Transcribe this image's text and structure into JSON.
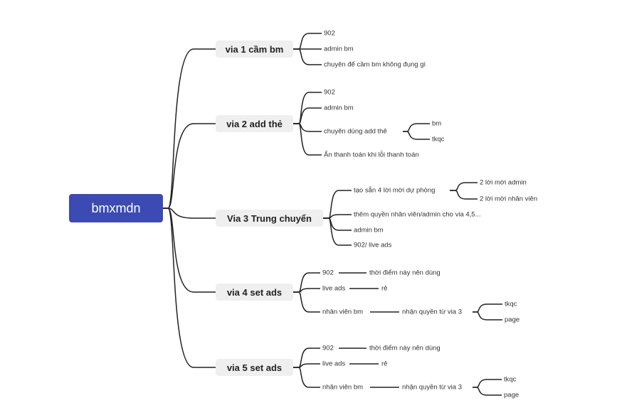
{
  "root": "bmxmdn",
  "branches": [
    {
      "label": "via 1 cầm bm",
      "items": [
        "902",
        "admin bm",
        "chuyên để cầm bm không đụng gì"
      ]
    },
    {
      "label": "via 2 add thẻ",
      "items": [
        "902",
        "admin bm",
        "chuyên dùng add thẻ",
        "Ẩn thanh toán khi lỗi thanh toán"
      ],
      "sub": [
        "bm",
        "tkqc"
      ]
    },
    {
      "label": "Via 3 Trung chuyển",
      "items": [
        "tạo sẵn 4 lời mời dự phòng",
        "thêm quyền nhân viên/admin cho via 4,5...",
        "admin bm",
        "902/ live ads"
      ],
      "sub": [
        "2 lời mời admin",
        "2 lời mời nhân viên"
      ]
    },
    {
      "label": "via 4 set ads",
      "items": [
        "902",
        "live ads",
        "nhân viên bm"
      ],
      "next": [
        "thời điểm này nên dùng",
        "rẻ",
        "nhận quyền từ via 3"
      ],
      "sub": [
        "tkqc",
        "page"
      ]
    },
    {
      "label": "via 5 set ads",
      "items": [
        "902",
        "live ads",
        "nhân viên bm"
      ],
      "next": [
        "thời điểm này nên dùng",
        "rẻ",
        "nhận quyền từ via 3"
      ],
      "sub": [
        "tkqc",
        "page"
      ]
    }
  ]
}
